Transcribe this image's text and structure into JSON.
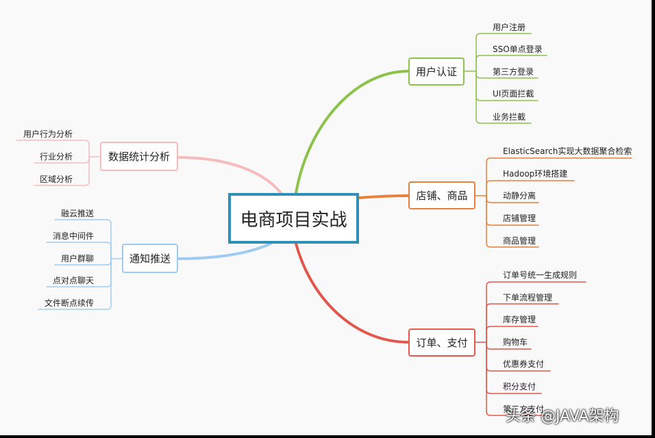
{
  "root": {
    "label": "电商项目实战"
  },
  "colors": {
    "auth": "#8bc34a",
    "shop": "#e8803a",
    "order": "#e2574c",
    "stats": "#f6bcbc",
    "notify": "#9fcbf3",
    "center_border": "#2f8fb5"
  },
  "branches": [
    {
      "id": "auth",
      "label": "用户认证",
      "items": [
        "用户注册",
        "SSO单点登录",
        "第三方登录",
        "UI页面拦截",
        "业务拦截"
      ]
    },
    {
      "id": "shop",
      "label": "店铺、商品",
      "items": [
        "ElasticSearch实现大数据聚合检索",
        "Hadoop环境搭建",
        "动静分离",
        "店铺管理",
        "商品管理"
      ]
    },
    {
      "id": "order",
      "label": "订单、支付",
      "items": [
        "订单号统一生成规则",
        "下单流程管理",
        "库存管理",
        "购物车",
        "优惠券支付",
        "积分支付",
        "第三方支付"
      ]
    },
    {
      "id": "stats",
      "label": "数据统计分析",
      "items": [
        "用户行为分析",
        "行业分析",
        "区域分析"
      ]
    },
    {
      "id": "notify",
      "label": "通知推送",
      "items": [
        "融云推送",
        "消息中间件",
        "用户群聊",
        "点对点聊天",
        "文件断点续传"
      ]
    }
  ],
  "watermark": "头条 @JAVA架构"
}
